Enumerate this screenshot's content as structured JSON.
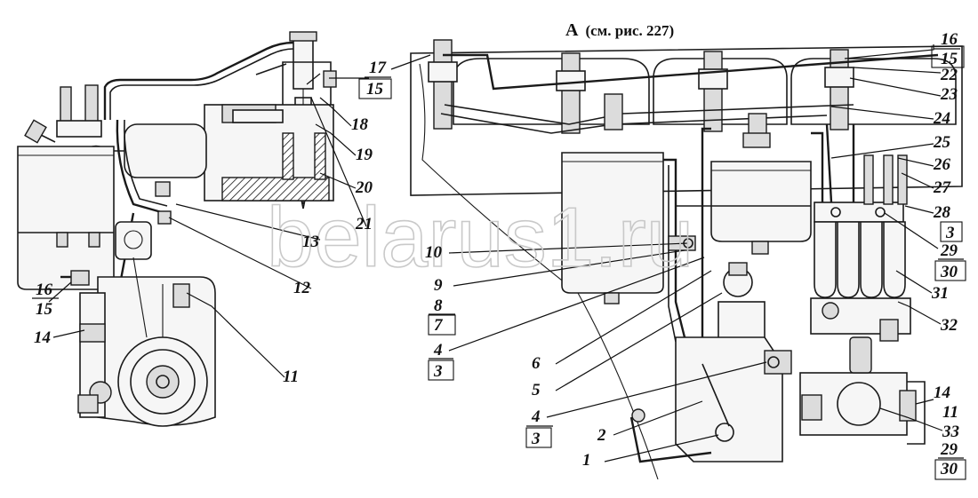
{
  "diagram": {
    "view_title_letter": "А",
    "view_title_ref": "(см. рис. 227)",
    "watermark": "belarus1.ru"
  },
  "callouts": [
    {
      "id": "c16a",
      "label": "16"
    },
    {
      "id": "c15a",
      "label": "15"
    },
    {
      "id": "c22",
      "label": "22"
    },
    {
      "id": "c23",
      "label": "23"
    },
    {
      "id": "c24",
      "label": "24"
    },
    {
      "id": "c25",
      "label": "25"
    },
    {
      "id": "c26",
      "label": "26"
    },
    {
      "id": "c27",
      "label": "27"
    },
    {
      "id": "c28",
      "label": "28"
    },
    {
      "id": "c3a",
      "label": "3"
    },
    {
      "id": "c29a",
      "label": "29"
    },
    {
      "id": "c30a",
      "label": "30"
    },
    {
      "id": "c31",
      "label": "31"
    },
    {
      "id": "c32",
      "label": "32"
    },
    {
      "id": "c14b",
      "label": "14"
    },
    {
      "id": "c11b",
      "label": "11"
    },
    {
      "id": "c33",
      "label": "33"
    },
    {
      "id": "c29b",
      "label": "29"
    },
    {
      "id": "c30b",
      "label": "30"
    },
    {
      "id": "c17",
      "label": "17"
    },
    {
      "id": "c15b",
      "label": "15"
    },
    {
      "id": "c18",
      "label": "18"
    },
    {
      "id": "c19",
      "label": "19"
    },
    {
      "id": "c20",
      "label": "20"
    },
    {
      "id": "c21",
      "label": "21"
    },
    {
      "id": "c13",
      "label": "13"
    },
    {
      "id": "c12",
      "label": "12"
    },
    {
      "id": "c16b",
      "label": "16"
    },
    {
      "id": "c15c",
      "label": "15"
    },
    {
      "id": "c14a",
      "label": "14"
    },
    {
      "id": "c11a",
      "label": "11"
    },
    {
      "id": "c10",
      "label": "10"
    },
    {
      "id": "c9",
      "label": "9"
    },
    {
      "id": "c8",
      "label": "8"
    },
    {
      "id": "c7",
      "label": "7"
    },
    {
      "id": "c4a",
      "label": "4"
    },
    {
      "id": "c3b",
      "label": "3"
    },
    {
      "id": "c6",
      "label": "6"
    },
    {
      "id": "c5",
      "label": "5"
    },
    {
      "id": "c4b",
      "label": "4"
    },
    {
      "id": "c3c",
      "label": "3"
    },
    {
      "id": "c2",
      "label": "2"
    },
    {
      "id": "c1",
      "label": "1"
    }
  ]
}
